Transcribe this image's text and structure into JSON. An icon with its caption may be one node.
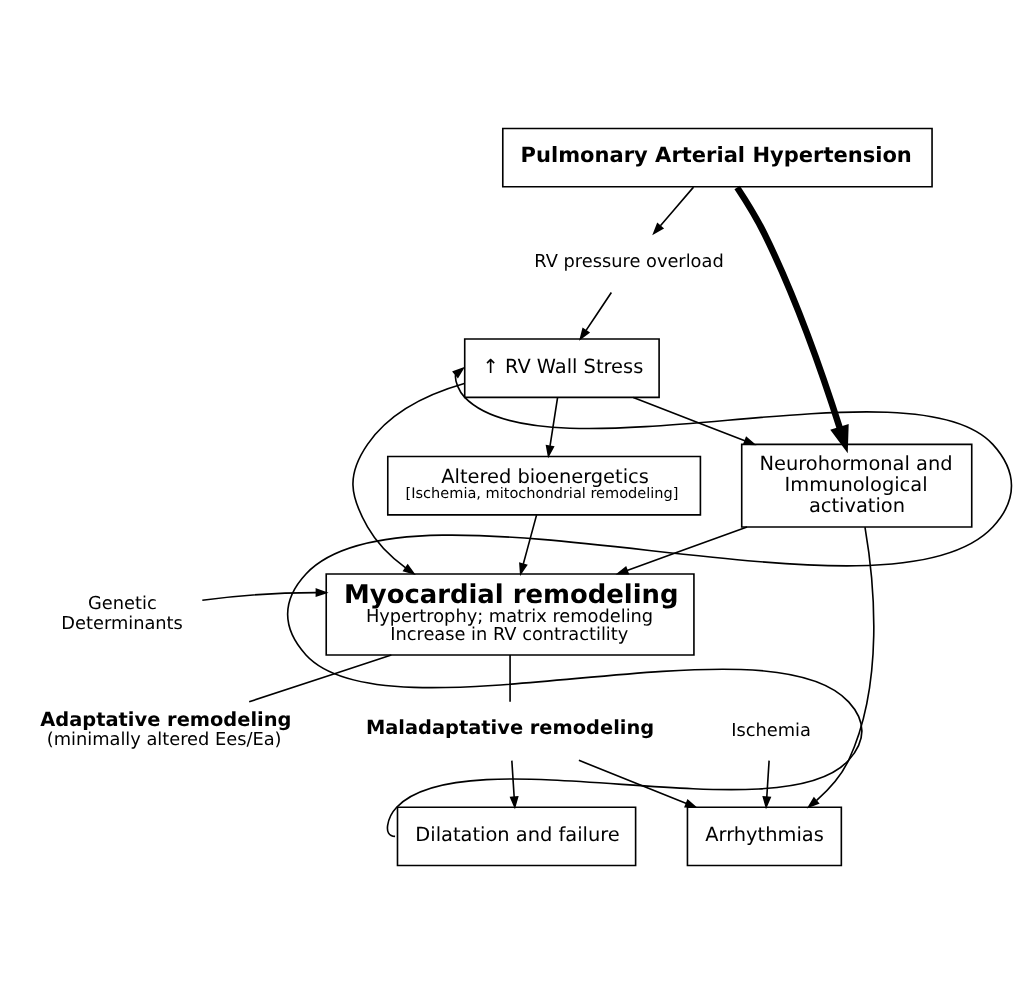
{
  "diagram": {
    "nodes": [
      {
        "text": [
          "Pulmonary Arterial Hypertension"
        ]
      },
      {
        "text": [
          "RV pressure overload"
        ]
      },
      {
        "text": [
          "↑ RV Wall Stress"
        ]
      },
      {
        "text": [
          "Altered bioenergetics",
          "[Ischemia, mitochondrial remodeling]"
        ]
      },
      {
        "text": [
          "Neurohormonal and Immunological activation"
        ]
      },
      {
        "text": [
          "Genetic Determinants"
        ]
      },
      {
        "text": [
          "Myocardial remodeling",
          "Hypertrophy; matrix remodeling",
          "Increase in RV contractility"
        ]
      },
      {
        "text": [
          "Adaptative remodeling",
          "(minimally altered Ees/Ea)"
        ]
      },
      {
        "text": [
          "Maladaptative remodeling"
        ]
      },
      {
        "text": [
          "Ischemia"
        ]
      },
      {
        "text": [
          "Dilatation and failure"
        ]
      },
      {
        "text": [
          "Arrhythmias"
        ]
      }
    ],
    "edges": [
      {
        "from": 0,
        "to": 1,
        "arrow": "to"
      },
      {
        "from": 1,
        "to": 2,
        "arrow": "to"
      },
      {
        "from": 0,
        "to": 4,
        "arrow": "to",
        "style": "thick"
      },
      {
        "from": 2,
        "to": 3,
        "arrow": "to"
      },
      {
        "from": 2,
        "to": 6,
        "arrow": "to"
      },
      {
        "from": 2,
        "to": 4,
        "arrow": "to"
      },
      {
        "from": 3,
        "to": 6,
        "arrow": "to"
      },
      {
        "from": 4,
        "to": 6,
        "arrow": "to"
      },
      {
        "from": 5,
        "to": 6,
        "arrow": "to"
      },
      {
        "from": 6,
        "to": 7,
        "arrow": "none"
      },
      {
        "from": 6,
        "to": 8,
        "arrow": "none"
      },
      {
        "from": 8,
        "to": 10,
        "arrow": "to"
      },
      {
        "from": 8,
        "to": 11,
        "arrow": "to"
      },
      {
        "from": 4,
        "to": 11,
        "arrow": "to"
      },
      {
        "from": 9,
        "to": 11,
        "arrow": "to"
      },
      {
        "from": 10,
        "to": 2,
        "arrow": "to"
      }
    ]
  }
}
